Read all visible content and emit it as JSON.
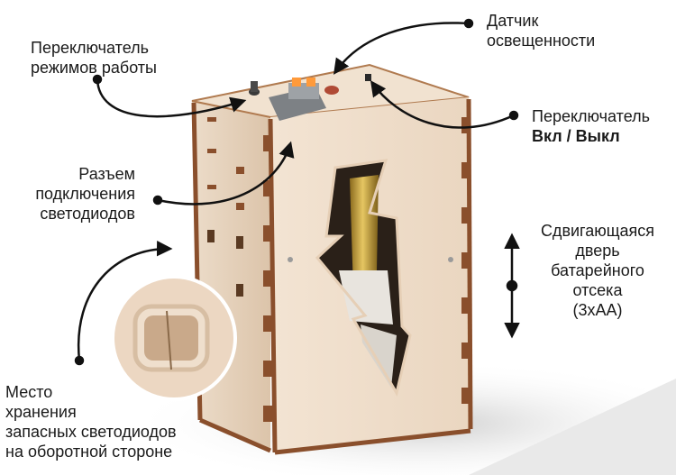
{
  "callouts": {
    "mode_switch": [
      "Переключатель",
      "режимов работы"
    ],
    "light_sensor": [
      "Датчик",
      "освещенности"
    ],
    "power_switch": {
      "line1": "Переключатель",
      "line2": "Вкл / Выкл"
    },
    "led_connector": [
      "Разъем",
      "подключения",
      "светодиодов"
    ],
    "battery_door": [
      "Сдвигающаяся",
      "дверь",
      "батарейного",
      "отсека",
      "(3хАА)"
    ],
    "spare_storage": [
      "Место",
      "хранения",
      "запасных светодиодов",
      "на оборотной стороне"
    ]
  },
  "colors": {
    "plywood": "#efdcc8",
    "plywood_dark": "#d9c0a5",
    "burnt_edge": "#8a4f2c",
    "arrow": "#111111",
    "battery_gold": "#c9a236"
  }
}
